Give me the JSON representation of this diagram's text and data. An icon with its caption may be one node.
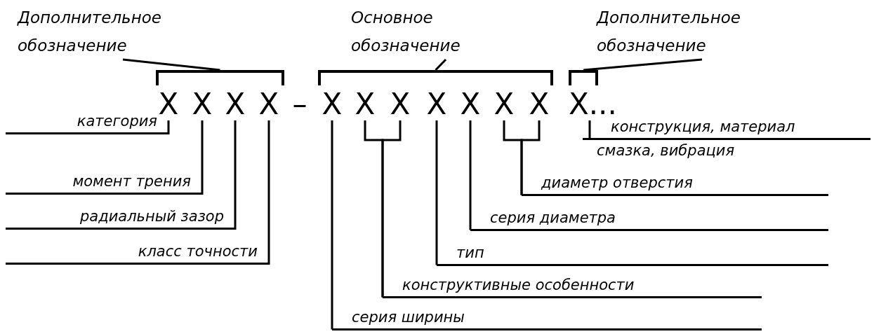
{
  "diagram": {
    "nodes": [
      {
        "text": [
          "Дополнительное обозначение"
        ]
      },
      {
        "text": [
          "Основное обозначение"
        ]
      },
      {
        "text": [
          "Дополнительное обозначение"
        ]
      },
      {
        "text": [],
        "shape": "bracket"
      },
      {
        "text": [],
        "shape": "bracket"
      },
      {
        "text": [],
        "shape": "bracket"
      },
      {
        "text": [
          "X"
        ]
      },
      {
        "text": [
          "X"
        ]
      },
      {
        "text": [
          "X"
        ]
      },
      {
        "text": [
          "X"
        ]
      },
      {
        "text": [
          "X"
        ]
      },
      {
        "text": [
          "X"
        ]
      },
      {
        "text": [
          "X"
        ]
      },
      {
        "text": [
          "X"
        ]
      },
      {
        "text": [
          "X"
        ]
      },
      {
        "text": [
          "X"
        ]
      },
      {
        "text": [
          "X"
        ]
      },
      {
        "text": [
          "X..."
        ]
      },
      {
        "text": [
          "категория"
        ]
      },
      {
        "text": [
          "момент трения"
        ]
      },
      {
        "text": [
          "радиальный зазор"
        ]
      },
      {
        "text": [
          "класс точности"
        ]
      },
      {
        "text": [
          "серия ширины"
        ]
      },
      {
        "text": [
          "конструктивные особенности"
        ]
      },
      {
        "text": [
          "тип"
        ]
      },
      {
        "text": [
          "серия диаметра"
        ]
      },
      {
        "text": [
          "диаметр отверстия"
        ]
      },
      {
        "text": [
          "конструкция, материал",
          "смазка, вибрация"
        ]
      }
    ],
    "edges": [
      {
        "from": 0,
        "to": 3,
        "arrow": "none"
      },
      {
        "from": 1,
        "to": 4,
        "arrow": "none"
      },
      {
        "from": 2,
        "to": 5,
        "arrow": "none"
      },
      {
        "from": 18,
        "to": 6,
        "arrow": "none"
      },
      {
        "from": 19,
        "to": 7,
        "arrow": "none"
      },
      {
        "from": 20,
        "to": 8,
        "arrow": "none"
      },
      {
        "from": 21,
        "to": 9,
        "arrow": "none"
      },
      {
        "from": 22,
        "to": 10,
        "arrow": "none"
      },
      {
        "from": 23,
        "to": 11,
        "arrow": "none"
      },
      {
        "from": 23,
        "to": 12,
        "arrow": "none"
      },
      {
        "from": 24,
        "to": 13,
        "arrow": "none"
      },
      {
        "from": 25,
        "to": 14,
        "arrow": "none"
      },
      {
        "from": 26,
        "to": 15,
        "arrow": "none"
      },
      {
        "from": 26,
        "to": 16,
        "arrow": "none"
      },
      {
        "from": 27,
        "to": 17,
        "arrow": "none"
      }
    ],
    "labels": [
      "–"
    ]
  }
}
